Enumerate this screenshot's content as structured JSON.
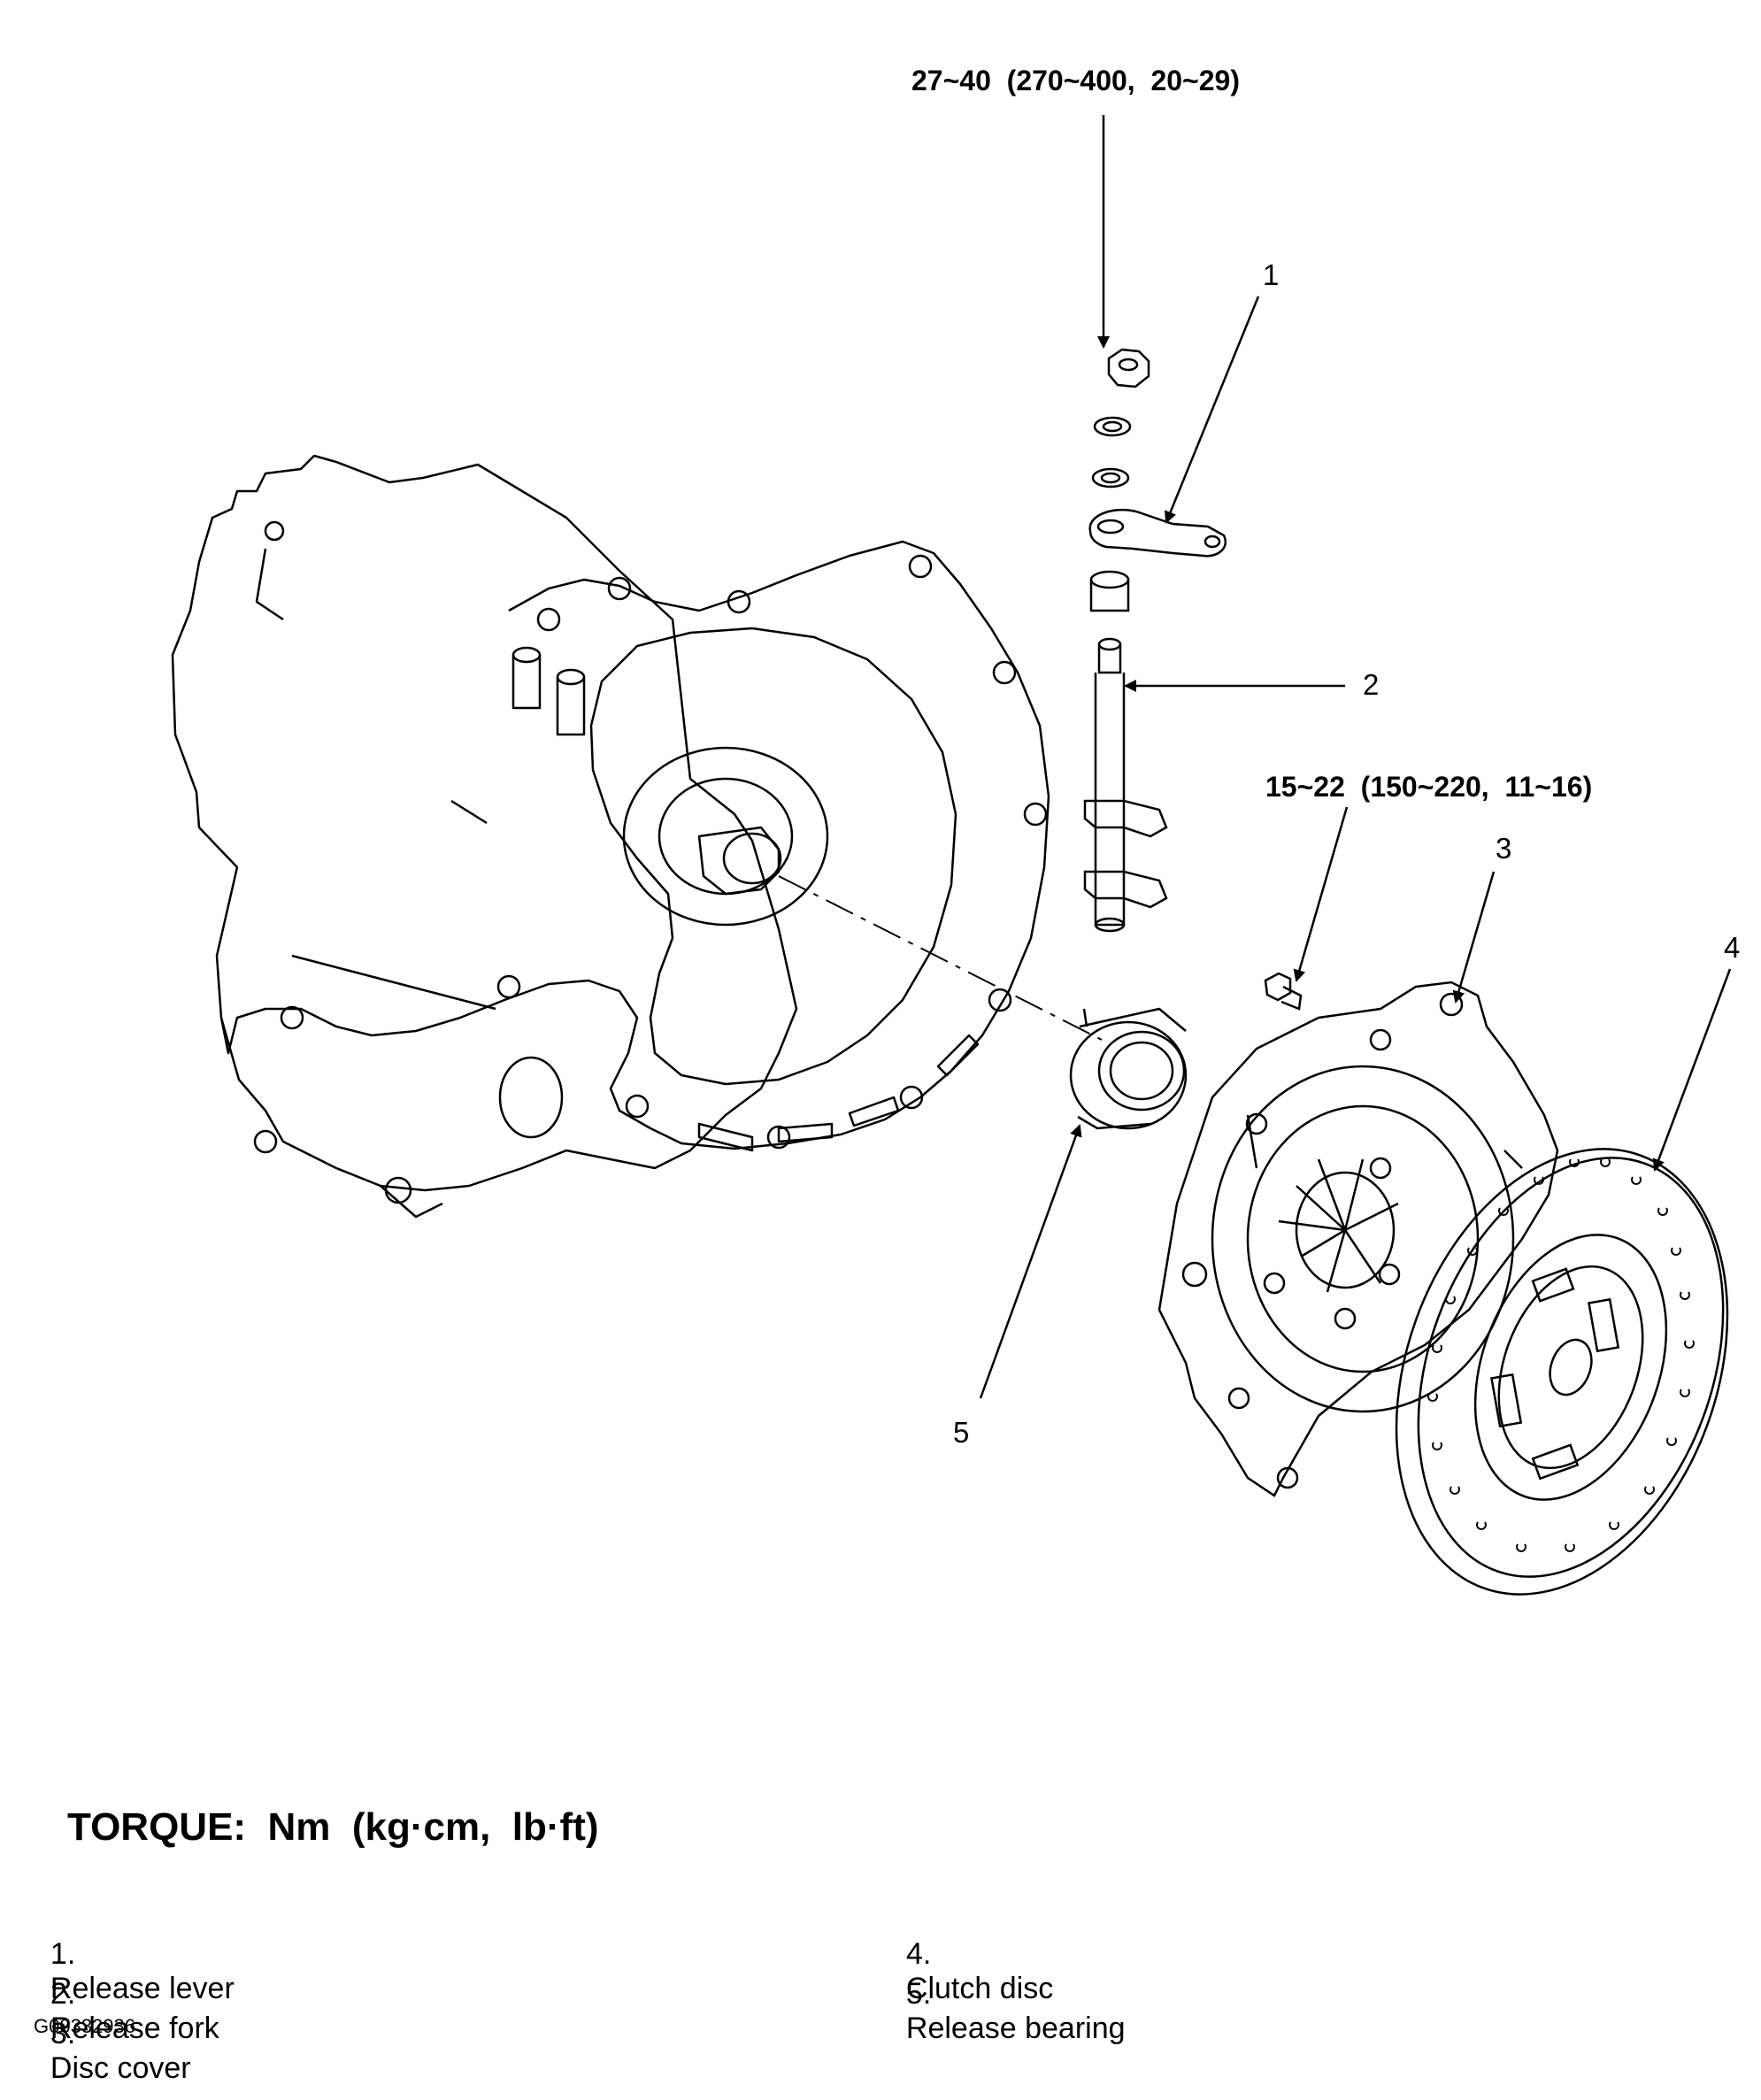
{
  "torque_callouts": {
    "top": "27~40  (270~400,  20~29)",
    "bolt": "15~22  (150~220,  11~16)"
  },
  "callouts": [
    "1",
    "2",
    "3",
    "4",
    "5"
  ],
  "torque_title": "TORQUE:  Nm  (kg·cm,  lb·ft)",
  "legend": [
    {
      "num": "1.",
      "text": "Release lever"
    },
    {
      "num": "2.",
      "text": "Release fork"
    },
    {
      "num": "3.",
      "text": "Disc cover"
    },
    {
      "num": "4.",
      "text": "Clutch disc"
    },
    {
      "num": "5.",
      "text": "Release bearing"
    }
  ],
  "figure_code": "G00332936"
}
